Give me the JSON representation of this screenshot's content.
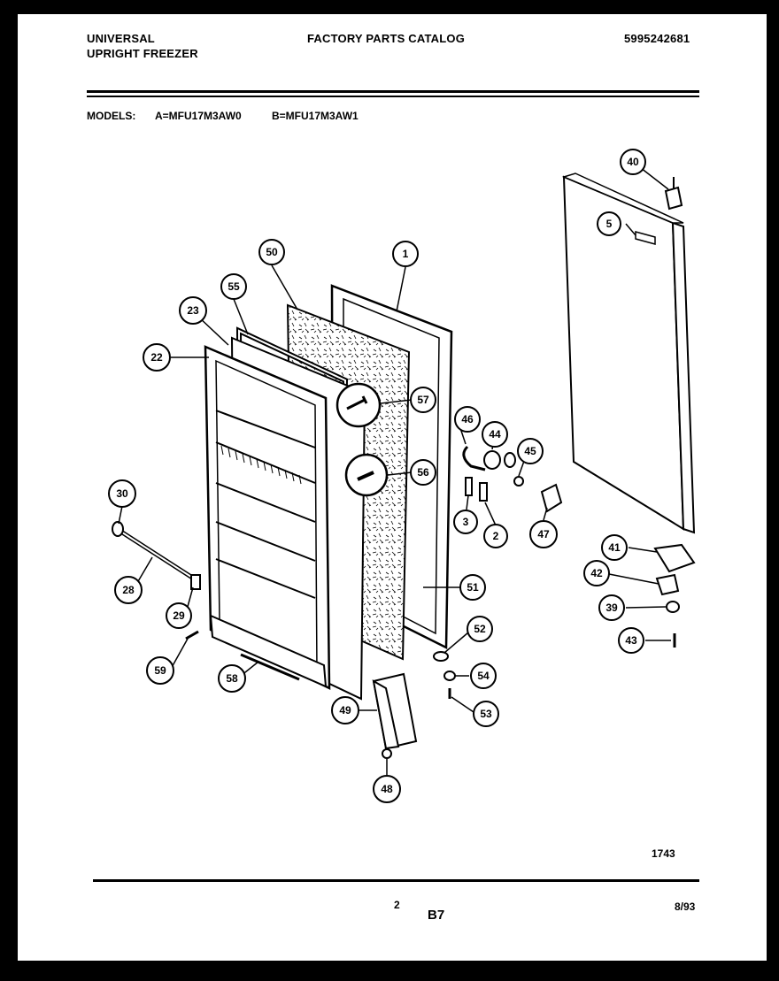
{
  "header": {
    "brand": "UNIVERSAL",
    "product": "UPRIGHT FREEZER",
    "catalog": "FACTORY PARTS CATALOG",
    "doc_number": "5995242681"
  },
  "models": {
    "label": "MODELS:",
    "model_a": "A=MFU17M3AW0",
    "model_b": "B=MFU17M3AW1"
  },
  "footer": {
    "figure_number": "1743",
    "page": "2",
    "section": "B7",
    "date": "8/93"
  },
  "callouts": [
    "1",
    "2",
    "3",
    "5",
    "22",
    "23",
    "28",
    "29",
    "30",
    "39",
    "40",
    "41",
    "42",
    "43",
    "44",
    "45",
    "46",
    "47",
    "48",
    "49",
    "50",
    "51",
    "52",
    "53",
    "54",
    "55",
    "56",
    "57",
    "58",
    "59"
  ]
}
